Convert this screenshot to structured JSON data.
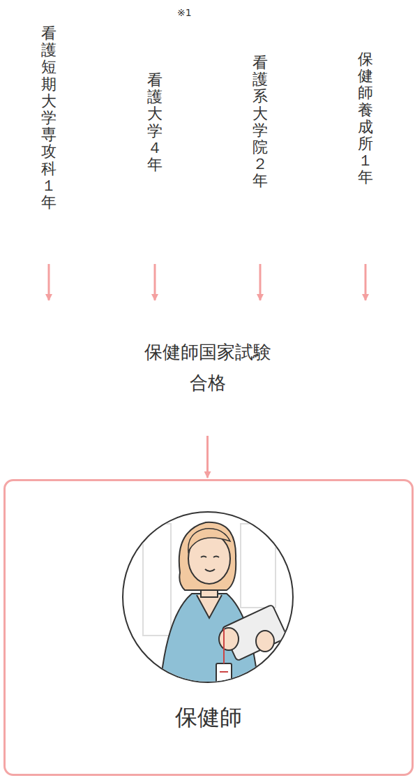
{
  "diagram": {
    "nodes": [
      {
        "text": [
          "看護短期大学専攻科１年"
        ]
      },
      {
        "text": [
          "看護大学４年"
        ]
      },
      {
        "text": [
          "看護系大学院２年"
        ]
      },
      {
        "text": [
          "保健師養成所１年"
        ]
      },
      {
        "text": [
          "保健師国家試験 合格"
        ]
      },
      {
        "text": [
          "保健師"
        ]
      }
    ],
    "edges": [
      {
        "from": 0,
        "to": 4,
        "arrow": "to"
      },
      {
        "from": 1,
        "to": 4,
        "arrow": "to"
      },
      {
        "from": 2,
        "to": 4,
        "arrow": "to"
      },
      {
        "from": 3,
        "to": 4,
        "arrow": "to"
      },
      {
        "from": 4,
        "to": 5,
        "arrow": "to"
      }
    ],
    "labels": [
      "※1"
    ]
  }
}
